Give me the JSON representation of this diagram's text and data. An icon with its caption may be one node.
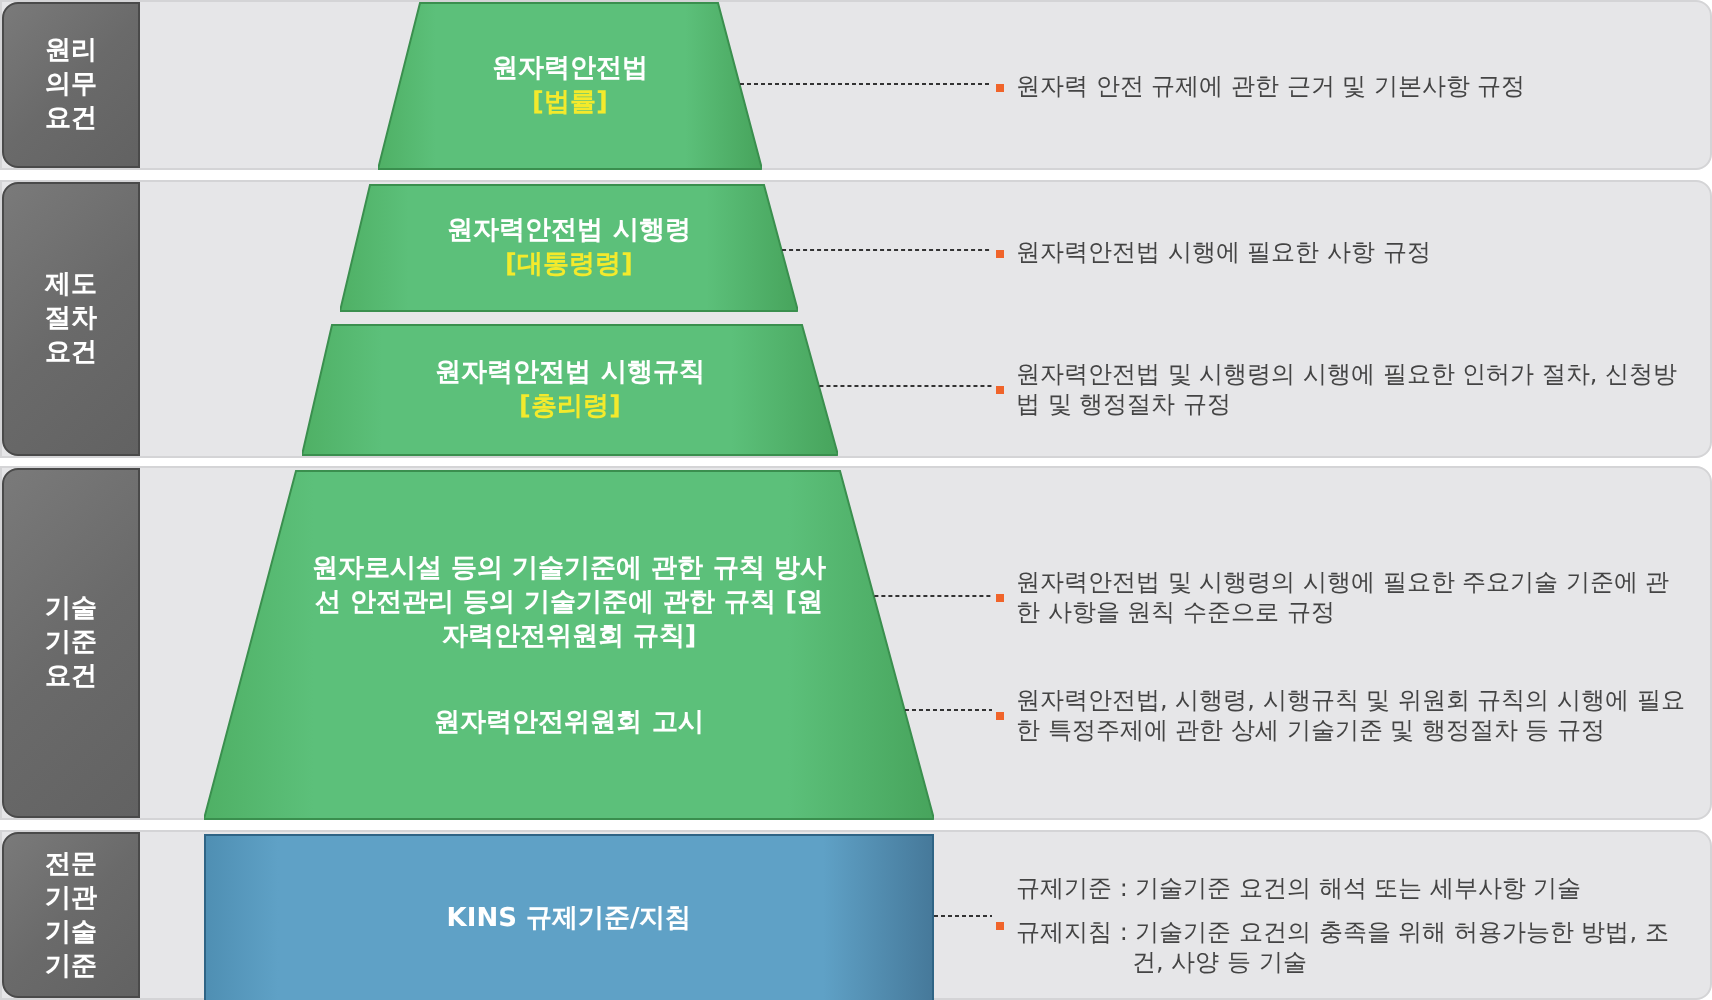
{
  "diagram": {
    "nodes": [
      {
        "text": [
          "원리 의무 요건"
        ]
      },
      {
        "text": [
          "원자력안전법",
          "[법률]"
        ],
        "in": 0
      },
      {
        "text": [
          "원자력 안전 규제에 관한 근거 및 기본사항 규정"
        ],
        "in": 0
      },
      {
        "text": [
          "제도 절차 요건"
        ]
      },
      {
        "text": [
          "원자력안전법 시행령",
          "[대통령령]"
        ],
        "in": 3
      },
      {
        "text": [
          "원자력안전법 시행에 필요한 사항 규정"
        ],
        "in": 3
      },
      {
        "text": [
          "원자력안전법 시행규칙",
          "[총리령]"
        ],
        "in": 3
      },
      {
        "text": [
          "원자력안전법 및 시행령의 시행에 필요한 인허가 절차, 신청방법 및 행정절차 규정"
        ],
        "in": 3
      },
      {
        "text": [
          "기술 기준 요건"
        ]
      },
      {
        "text": [
          "원자로시설 등의 기술기준에 관한 규칙 방사선 안전관리 등의 기술기준에 관한 규칙 [원자력안전위원회 규칙]",
          "원자력안전위원회 고시"
        ],
        "in": 8
      },
      {
        "text": [
          "원자력안전법 및 시행령의 시행에 필요한 주요기술 기준에 관한 사항을 원칙 수준으로 규정"
        ],
        "in": 8
      },
      {
        "text": [
          "원자력안전법, 시행령, 시행규칙 및 위원회 규칙의 시행에 필요한 특정주제에 관한 상세 기술기준 및 행정절차 등 규정"
        ],
        "in": 8
      },
      {
        "text": [
          "전문 기관 기술 기준"
        ]
      },
      {
        "text": [
          "KINS 규제기준/지침"
        ],
        "in": 12
      },
      {
        "text": [
          "규제기준 : 기술기준 요건의 해석 또는 세부사항 기술",
          "규제지침 : 기술기준 요건의 충족을 위해 허용가능한 방법, 조건, 사양 등 기술"
        ],
        "in": 12
      }
    ],
    "edges": [
      {
        "from": 1,
        "to": 2,
        "arrow": "none"
      },
      {
        "from": 4,
        "to": 5,
        "arrow": "none"
      },
      {
        "from": 6,
        "to": 7,
        "arrow": "none"
      },
      {
        "from": 9,
        "to": 10,
        "arrow": "none"
      },
      {
        "from": 9,
        "to": 11,
        "arrow": "none"
      },
      {
        "from": 13,
        "to": 14,
        "arrow": "none"
      }
    ]
  }
}
